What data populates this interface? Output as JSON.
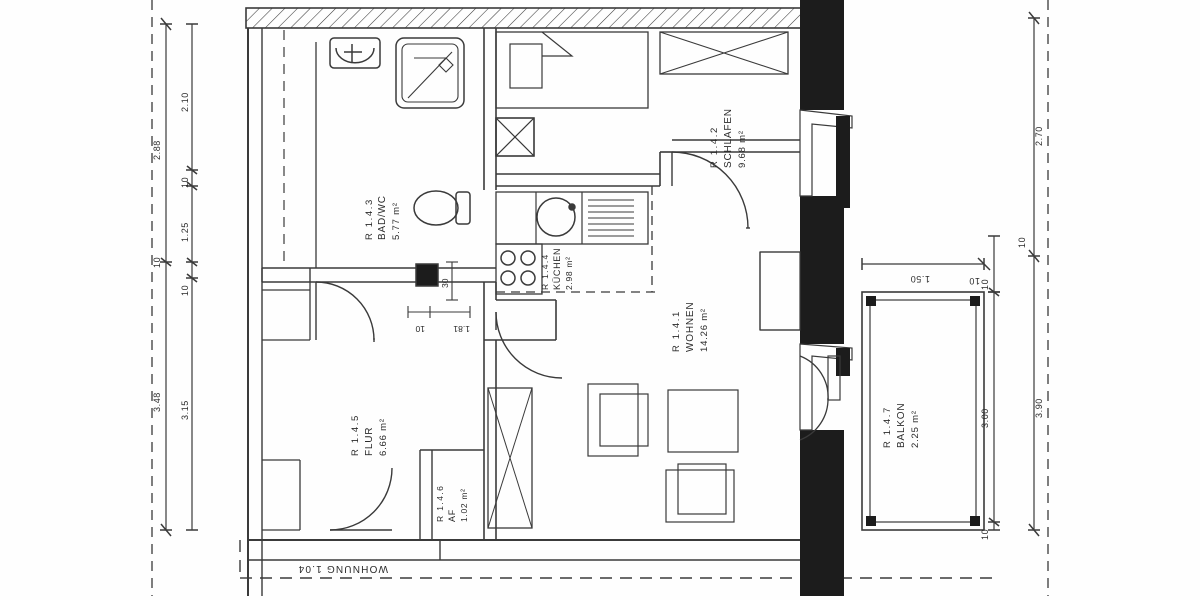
{
  "document": {
    "type": "architectural-floor-plan",
    "apartment_label": "WOHNUNG 1.04",
    "unit": "m",
    "area_unit": "m²"
  },
  "rooms": [
    {
      "code": "R 1.4.3",
      "name": "BAD/WC",
      "area": "5.77 m²"
    },
    {
      "code": "R 1.4.2",
      "name": "SCHLAFEN",
      "area": "9.68 m²"
    },
    {
      "code": "R 1.4.4",
      "name": "KÜCHEN",
      "area": "2.98 m²"
    },
    {
      "code": "R 1.4.1",
      "name": "WOHNEN",
      "area": "14.26 m²"
    },
    {
      "code": "R 1.4.5",
      "name": "FLUR",
      "area": "6.66 m²"
    },
    {
      "code": "R 1.4.6",
      "name": "AF",
      "area": "1.02 m²"
    },
    {
      "code": "R 1.4.7",
      "name": "BALKON",
      "area": "2.25 m²"
    }
  ],
  "dimensions": {
    "left_outer_chain": [
      "2.88",
      "10",
      "3.48"
    ],
    "left_inner_chain": [
      "2.10",
      "10",
      "1.25",
      "10",
      "3.15"
    ],
    "right_outer_chain": [
      "2.70",
      "10",
      "3.90"
    ],
    "right_inner_chain": [
      "10",
      "3.00",
      "10"
    ],
    "balcony_width": [
      "1.50",
      "10"
    ],
    "bath_door_chain": [
      "10",
      "1.81"
    ],
    "bath_small": "30"
  },
  "colors": {
    "ink": "#2b2b2b",
    "line": "#3a3a3a",
    "wall_solid": "#1c1c1c",
    "paper": "#fefefe"
  }
}
